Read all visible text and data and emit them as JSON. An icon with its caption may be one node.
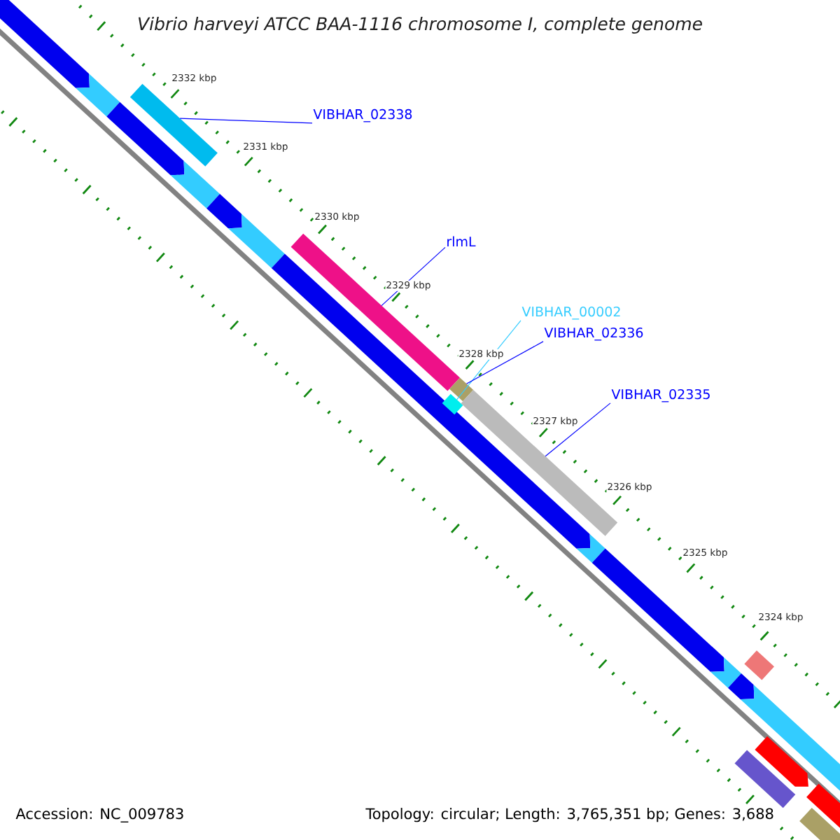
{
  "diagram": {
    "title": "Vibrio harveyi ATCC BAA-1116 chromosome I, complete genome",
    "nodes": [
      {
        "text": [
          "VIBHAR_02338"
        ]
      },
      {
        "text": [
          "rlmL"
        ]
      },
      {
        "text": [
          "VIBHAR_00002"
        ]
      },
      {
        "text": [
          "VIBHAR_02336"
        ]
      },
      {
        "text": [
          "VIBHAR_02335"
        ]
      },
      {
        "text": [],
        "shape": "bar"
      },
      {
        "text": [],
        "shape": "bar"
      },
      {
        "text": [],
        "shape": "bar"
      },
      {
        "text": [],
        "shape": "bar"
      },
      {
        "text": [],
        "shape": "bar"
      }
    ],
    "edges": [
      {
        "from": 0,
        "to": 5,
        "arrow": "none"
      },
      {
        "from": 1,
        "to": 6,
        "arrow": "none"
      },
      {
        "from": 2,
        "to": 8,
        "arrow": "none",
        "color": "#33ccff"
      },
      {
        "from": 3,
        "to": 7,
        "arrow": "none"
      },
      {
        "from": 4,
        "to": 9,
        "arrow": "none"
      }
    ],
    "labels": [
      "2332 kbp",
      "2331 kbp",
      "2330 kbp",
      "2329 kbp",
      "2328 kbp",
      "2327 kbp",
      "2326 kbp",
      "2325 kbp",
      "2324 kbp",
      "Accession: NC_009783",
      "Topology: circular; Length: 3,765,351 bp; Genes: 3,688"
    ]
  }
}
